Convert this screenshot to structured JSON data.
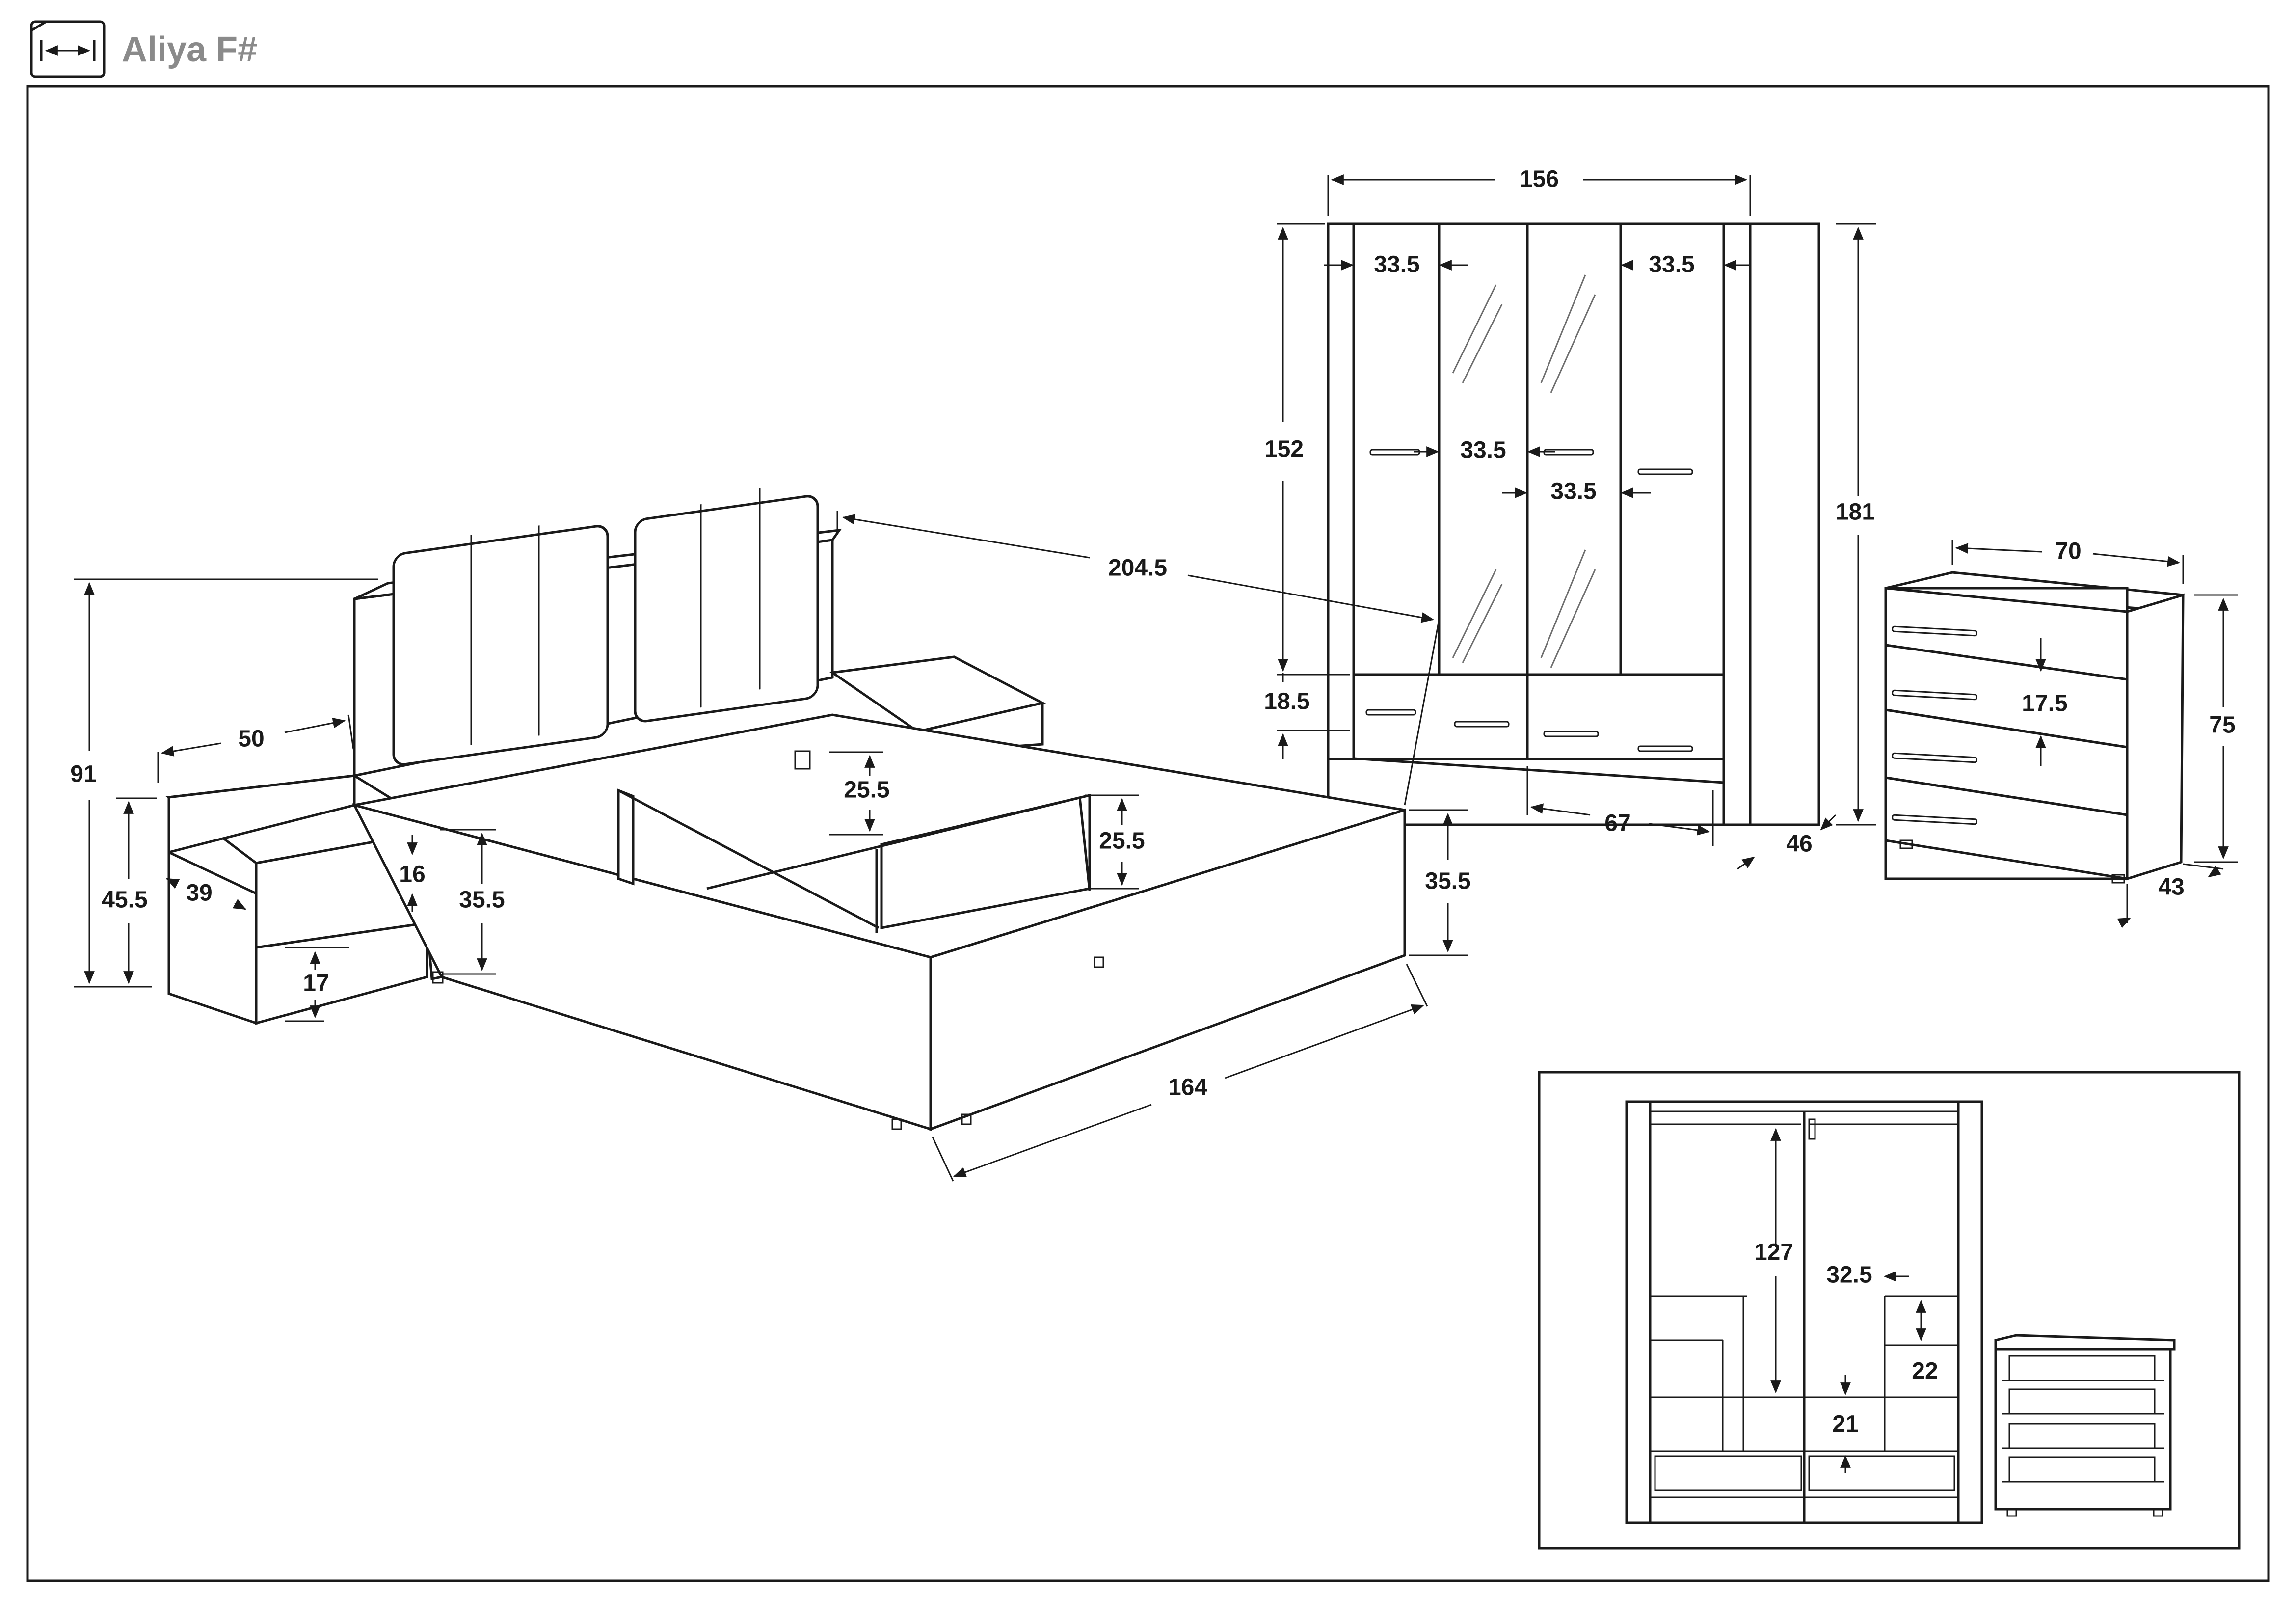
{
  "header": {
    "title": "Aliya F#",
    "icon": "dimensions-icon"
  },
  "dimensions": {
    "wardrobe_width": "156",
    "wardrobe_door_left": "33.5",
    "wardrobe_door_right": "33.5",
    "wardrobe_door_mid_1": "33.5",
    "wardrobe_door_mid_2": "33.5",
    "wardrobe_door_height": "152",
    "wardrobe_drawer_height": "18.5",
    "wardrobe_height": "181",
    "wardrobe_drawer_width": "67",
    "wardrobe_depth": "46",
    "dresser_width": "70",
    "dresser_drawer_height": "17.5",
    "dresser_height": "75",
    "dresser_depth": "43",
    "bed_length": "204.5",
    "headboard_height": "91",
    "nightstand_width": "50",
    "nightstand_height": "45.5",
    "nightstand_depth": "39",
    "nightstand_drawer_height": "16",
    "nightstand_leg_height": "17",
    "bed_frame_height_left": "35.5",
    "bed_frame_height_right": "35.5",
    "slat_height_1": "25.5",
    "slat_height_2": "25.5",
    "bed_width": "164",
    "wardrobe_inner_height": "127",
    "wardrobe_shelf_width": "32.5",
    "wardrobe_shelf_gap": "22",
    "wardrobe_drawer_inner": "21"
  },
  "colors": {
    "line": "#1a1a1a",
    "title": "#8a8a8a",
    "mirror": "#6e6e6e"
  }
}
